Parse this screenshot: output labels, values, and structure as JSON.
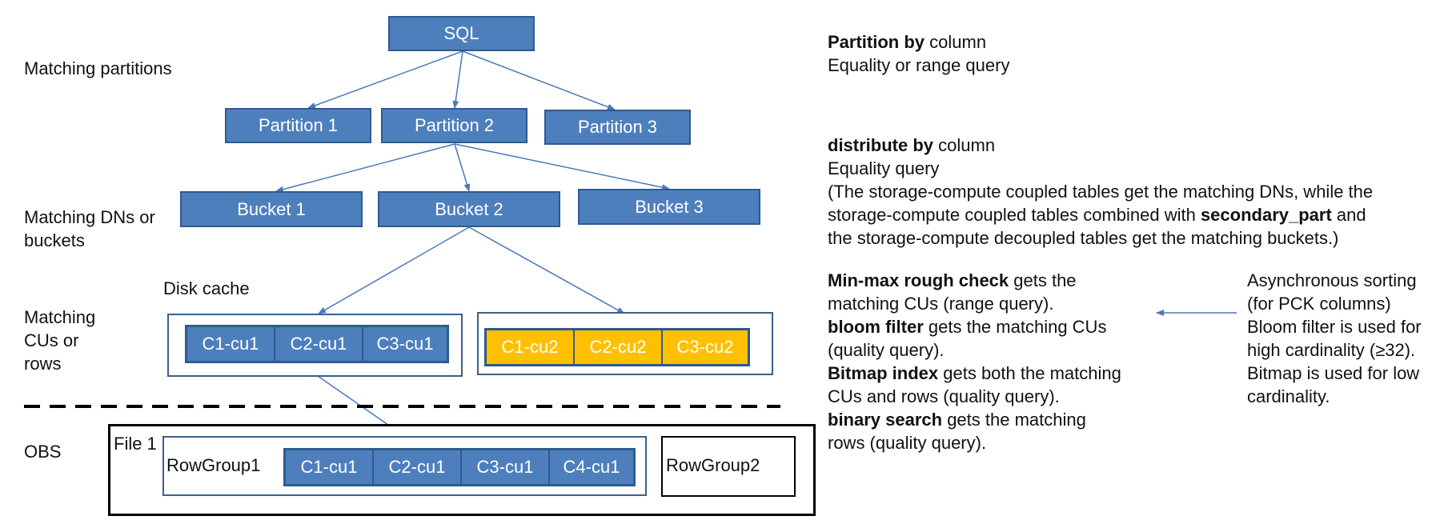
{
  "diagram": {
    "root": "SQL",
    "partitions": [
      "Partition 1",
      "Partition 2",
      "Partition 3"
    ],
    "buckets": [
      "Bucket 1",
      "Bucket 2",
      "Bucket 3"
    ],
    "cache_group_1": [
      "C1-cu1",
      "C2-cu1",
      "C3-cu1"
    ],
    "cache_group_2": [
      "C1-cu2",
      "C2-cu2",
      "C3-cu2"
    ],
    "obs_cells": [
      "C1-cu1",
      "C2-cu1",
      "C3-cu1",
      "C4-cu1"
    ],
    "labels": {
      "matching_partitions": "Matching partitions",
      "matching_dns_1": "Matching DNs or",
      "matching_dns_2": "buckets",
      "matching_cus_1": "Matching",
      "matching_cus_2": "CUs or",
      "matching_cus_3": "rows",
      "disk_cache": "Disk cache",
      "obs": "OBS",
      "file1": "File 1",
      "rowgroup1": "RowGroup1",
      "rowgroup2": "RowGroup2"
    },
    "colors": {
      "node_fill": "#4e7fbd",
      "node_border": "#2e5a8e",
      "highlight": "#ffc000",
      "edge": "#4a78b8"
    }
  },
  "notes": {
    "partition_bold": "Partition by",
    "partition_rest": " column",
    "partition_line2": "Equality or range query",
    "distribute_bold": "distribute by",
    "distribute_rest": " column",
    "distribute_line2": "Equality query",
    "distribute_line3": "(The storage-compute coupled tables get the matching DNs, while the",
    "distribute_line4_pre": "storage-compute coupled tables combined with ",
    "distribute_line4_bold": "secondary_part",
    "distribute_line4_post": " and",
    "distribute_line5": "the storage-compute decoupled tables get the matching buckets.)",
    "minmax_bold": "Min-max rough check",
    "minmax_rest": " gets the",
    "minmax_line2": "matching CUs (range query).",
    "bloom_bold": "bloom filter",
    "bloom_rest": " gets the matching CUs",
    "bloom_line2": "(quality query).",
    "bitmap_bold": "Bitmap index",
    "bitmap_rest": " gets both the matching",
    "bitmap_line2": "CUs and rows (quality query).",
    "binary_bold": "binary search",
    "binary_rest": " gets the matching",
    "binary_line2": "rows (quality query).",
    "async_lines": [
      "Asynchronous sorting",
      "(for PCK columns)",
      "Bloom filter is used for",
      "high cardinality (≥32).",
      "Bitmap is used for low",
      "cardinality."
    ]
  }
}
